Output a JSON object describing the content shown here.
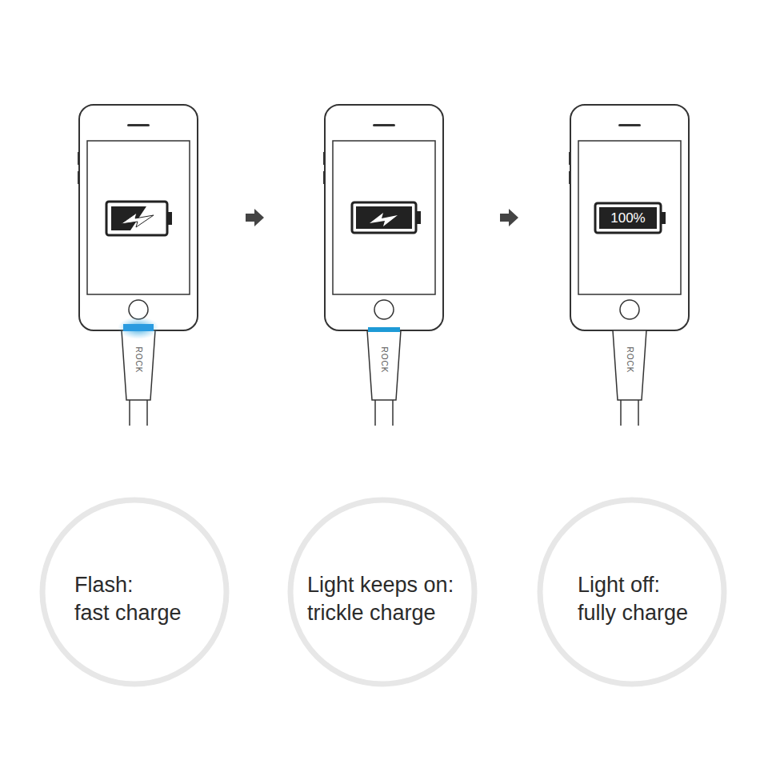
{
  "diagram": {
    "nodes": [
      {
        "text": [
          "Flash:",
          "fast charge"
        ]
      },
      {
        "text": [
          "Light keeps on:",
          "trickle charge"
        ]
      },
      {
        "text": [
          "Light off:",
          "fully charge"
        ]
      }
    ],
    "labels": [
      "ROCK",
      "ROCK",
      "100%",
      "ROCK"
    ]
  }
}
